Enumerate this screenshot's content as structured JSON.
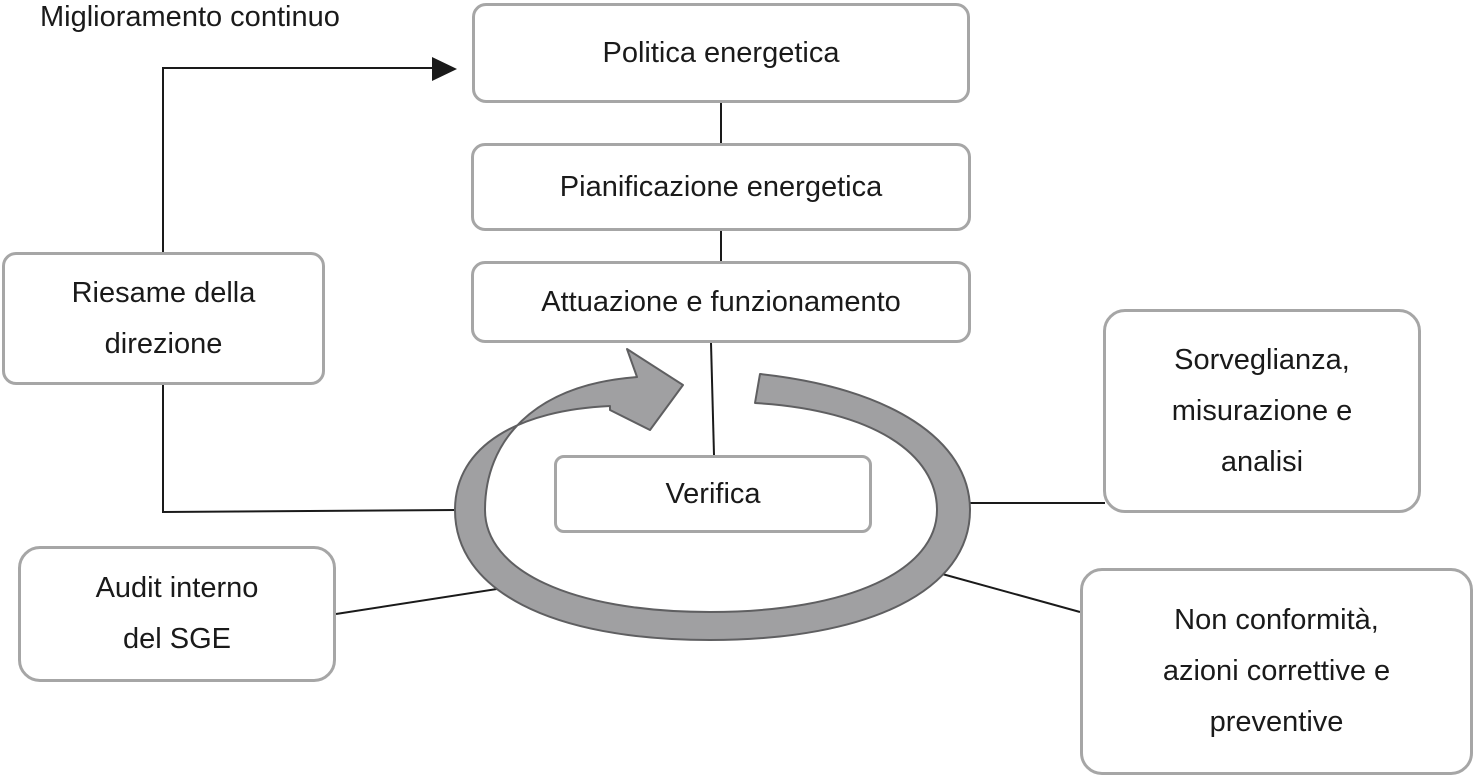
{
  "title": "Miglioramento continuo",
  "boxes": {
    "politica": "Politica energetica",
    "pianificazione": "Pianificazione energetica",
    "attuazione": "Attuazione e funzionamento",
    "verifica": "Verifica",
    "riesame": "Riesame della\ndirezione",
    "sorveglianza": "Sorveglianza,\nmisurazione e\nanalisi",
    "audit": "Audit interno\ndel SGE",
    "non_conformita": "Non conformità,\nazioni correttive e\npreventive"
  },
  "colors": {
    "box_border": "#a6a6a6",
    "cycle_arrow_fill": "#a0a0a2",
    "cycle_arrow_stroke": "#5f5f61",
    "connector": "#1a1a1a",
    "text": "#1a1a1a"
  }
}
